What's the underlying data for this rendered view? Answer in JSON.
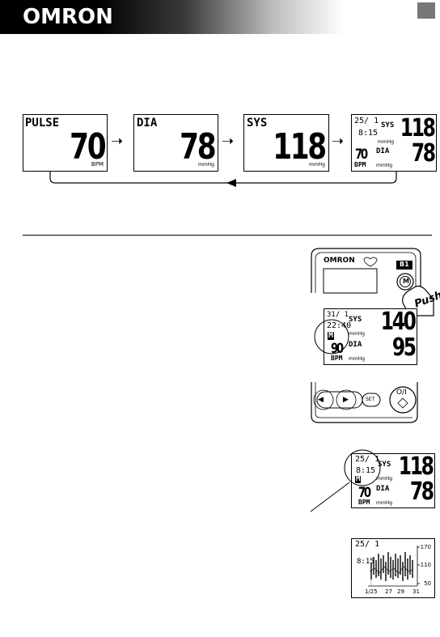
{
  "header": {
    "logo": "OMRON"
  },
  "sequence": [
    {
      "label": "PULSE",
      "value": "70",
      "unit": "BPM"
    },
    {
      "label": "DIA",
      "value": "78",
      "unit": "mmHg"
    },
    {
      "label": "SYS",
      "value": "118",
      "unit": "mmHg"
    }
  ],
  "summary_display": {
    "date": "25/ 1",
    "time": "8:15",
    "sys_label": "SYS",
    "sys": "118",
    "pulse": "70",
    "dia_label": "DIA",
    "dia": "78",
    "bpm": "BPM",
    "unit": "mmHg"
  },
  "device": {
    "logo": "OMRON",
    "b1_label": "B1",
    "m_label": "M",
    "push_label": "Push"
  },
  "memory_display": {
    "date": "31/ 1",
    "time": "22:40",
    "m_icon": "M",
    "sys_label": "SYS",
    "sys": "140",
    "pulse": "90",
    "dia_label": "DIA",
    "dia": "95",
    "bpm": "BPM",
    "unit": "mmHg"
  },
  "buttons": {
    "left": "◀",
    "right": "▶",
    "set": "SET",
    "power": "O/I"
  },
  "memory_display2": {
    "date": "25/ 1",
    "time": "8:15",
    "m_icon": "M",
    "sys_label": "SYS",
    "sys": "118",
    "pulse": "70",
    "dia_label": "DIA",
    "dia": "78",
    "bpm": "BPM",
    "unit": "mmHg"
  },
  "graph_display": {
    "date": "25/ 1",
    "time": "8:15",
    "y_ticks": [
      "170",
      "110",
      "50"
    ],
    "x_ticks": [
      "1/25",
      "27",
      "29",
      "31"
    ]
  }
}
